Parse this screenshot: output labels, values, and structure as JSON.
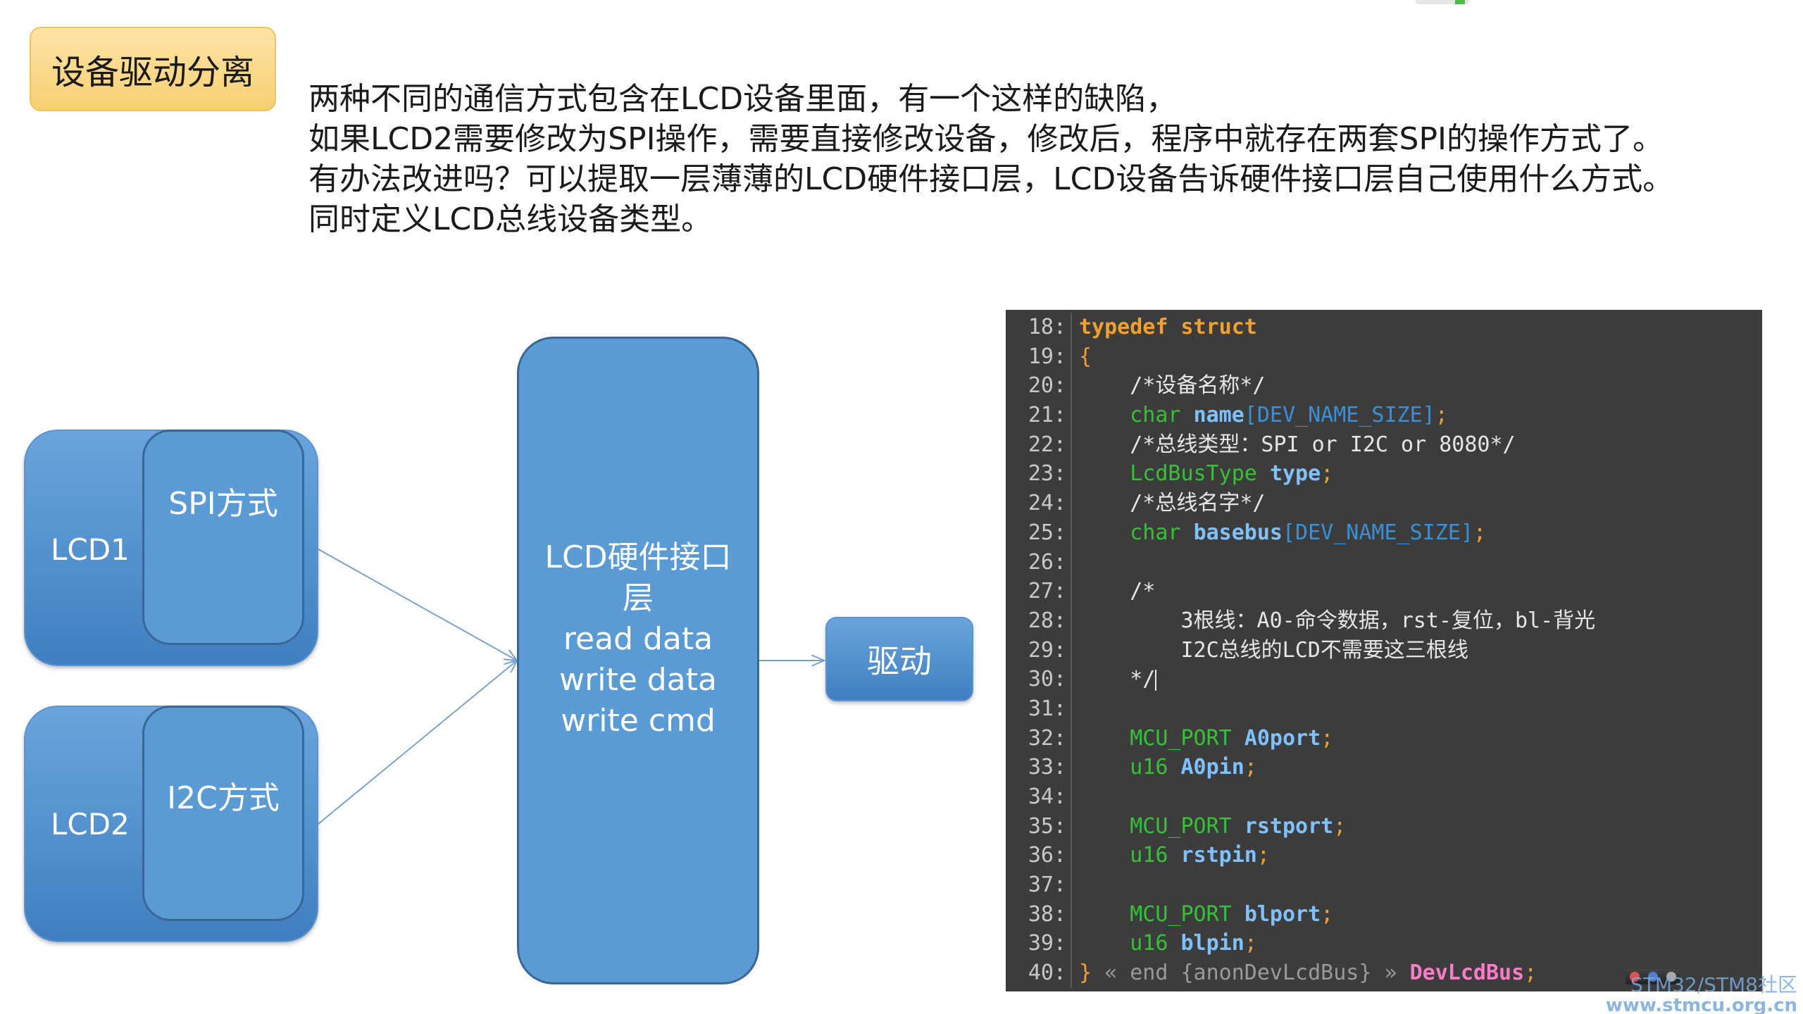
{
  "title": "设备驱动分离",
  "description": [
    "两种不同的通信方式包含在LCD设备里面，有一个这样的缺陷，",
    "如果LCD2需要修改为SPI操作，需要直接修改设备，修改后，程序中就存在两套SPI的操作方式了。",
    "有办法改进吗？可以提取一层薄薄的LCD硬件接口层，LCD设备告诉硬件接口层自己使用什么方式。",
    "同时定义LCD总线设备类型。"
  ],
  "diagram": {
    "lcd1": {
      "label": "LCD1",
      "mode": "SPI方式"
    },
    "lcd2": {
      "label": "LCD2",
      "mode": "I2C方式"
    },
    "interface": {
      "title_line1": "LCD硬件接口",
      "title_line2": "层",
      "ops": [
        "read data",
        "write data",
        "write cmd"
      ]
    },
    "driver": "驱动"
  },
  "code": {
    "lines": [
      {
        "n": "18:",
        "tokens": [
          [
            "kw",
            "typedef struct"
          ]
        ]
      },
      {
        "n": "19:",
        "tokens": [
          [
            "pu",
            "{"
          ]
        ]
      },
      {
        "n": "20:",
        "tokens": [
          [
            "cm",
            "    /*设备名称*/"
          ]
        ]
      },
      {
        "n": "21:",
        "tokens": [
          [
            "ty",
            "    char "
          ],
          [
            "id",
            "name"
          ],
          [
            "ar",
            "[DEV_NAME_SIZE]"
          ],
          [
            "pu",
            ";"
          ]
        ]
      },
      {
        "n": "22:",
        "tokens": [
          [
            "cm",
            "    /*总线类型：SPI or I2C or 8080*/"
          ]
        ]
      },
      {
        "n": "23:",
        "tokens": [
          [
            "ty",
            "    LcdBusType "
          ],
          [
            "id",
            "type"
          ],
          [
            "pu",
            ";"
          ]
        ]
      },
      {
        "n": "24:",
        "tokens": [
          [
            "cm",
            "    /*总线名字*/"
          ]
        ]
      },
      {
        "n": "25:",
        "tokens": [
          [
            "ty",
            "    char "
          ],
          [
            "id",
            "basebus"
          ],
          [
            "ar",
            "[DEV_NAME_SIZE]"
          ],
          [
            "pu",
            ";"
          ]
        ]
      },
      {
        "n": "26:",
        "tokens": []
      },
      {
        "n": "27:",
        "tokens": [
          [
            "cm",
            "    /*"
          ]
        ]
      },
      {
        "n": "28:",
        "tokens": [
          [
            "cm",
            "        3根线：A0-命令数据，rst-复位，bl-背光"
          ]
        ]
      },
      {
        "n": "29:",
        "tokens": [
          [
            "cm",
            "        I2C总线的LCD不需要这三根线"
          ]
        ]
      },
      {
        "n": "30:",
        "tokens": [
          [
            "cm",
            "    */"
          ]
        ],
        "cursor": true
      },
      {
        "n": "31:",
        "tokens": []
      },
      {
        "n": "32:",
        "tokens": [
          [
            "ty",
            "    MCU_PORT "
          ],
          [
            "id",
            "A0port"
          ],
          [
            "pu",
            ";"
          ]
        ]
      },
      {
        "n": "33:",
        "tokens": [
          [
            "ty",
            "    u16 "
          ],
          [
            "id",
            "A0pin"
          ],
          [
            "pu",
            ";"
          ]
        ]
      },
      {
        "n": "34:",
        "tokens": []
      },
      {
        "n": "35:",
        "tokens": [
          [
            "ty",
            "    MCU_PORT "
          ],
          [
            "id",
            "rstport"
          ],
          [
            "pu",
            ";"
          ]
        ]
      },
      {
        "n": "36:",
        "tokens": [
          [
            "ty",
            "    u16 "
          ],
          [
            "id",
            "rstpin"
          ],
          [
            "pu",
            ";"
          ]
        ]
      },
      {
        "n": "37:",
        "tokens": []
      },
      {
        "n": "38:",
        "tokens": [
          [
            "ty",
            "    MCU_PORT "
          ],
          [
            "id",
            "blport"
          ],
          [
            "pu",
            ";"
          ]
        ]
      },
      {
        "n": "39:",
        "tokens": [
          [
            "ty",
            "    u16 "
          ],
          [
            "id",
            "blpin"
          ],
          [
            "pu",
            ";"
          ]
        ]
      },
      {
        "n": "40:",
        "tokens": [
          [
            "pu",
            "} "
          ],
          [
            "gray",
            "« end {anonDevLcdBus} » "
          ],
          [
            "sn",
            "DevLcdBus"
          ],
          [
            "pu",
            ";"
          ]
        ]
      }
    ]
  },
  "watermark": {
    "line1": "STM32/STM8社区",
    "line2": "www.stmcu.org.cn"
  },
  "colors": {
    "title_bg": "#f8cf73",
    "box_blue": "#5b9bd5",
    "box_border": "#3a6695",
    "code_bg": "#3c3c3c",
    "connector": "#7aa3cc"
  }
}
